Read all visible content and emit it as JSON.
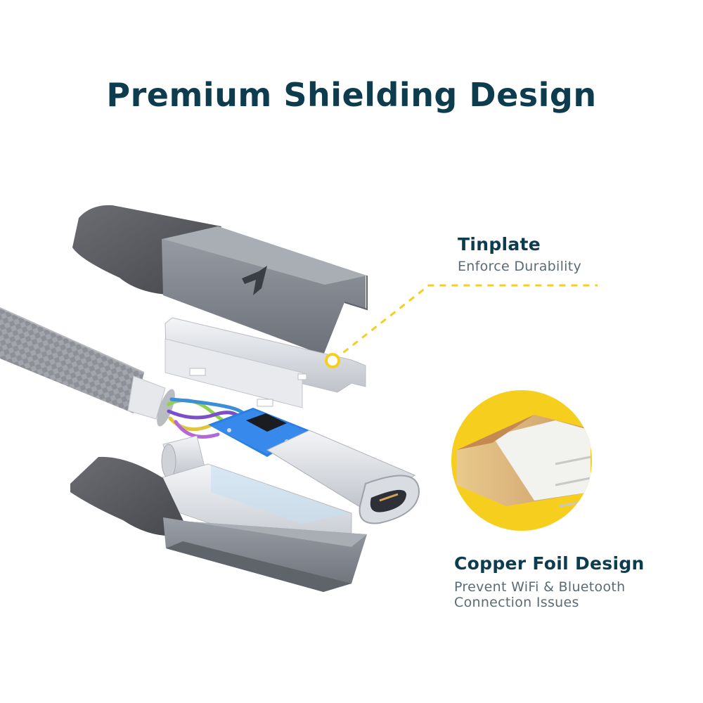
{
  "title": "Premium Shielding Design",
  "features": [
    {
      "heading": "Tinplate",
      "description": "Enforce Durability"
    },
    {
      "heading": "Copper Foil Design",
      "description": "Prevent WiFi & Bluetooth Connection Issues"
    }
  ],
  "colors": {
    "title": "#0e3c4f",
    "accent_yellow": "#f6cf1e",
    "housing_gray": "#7d8189",
    "pcb_blue": "#1f6fd1"
  },
  "icons": [
    "brand-logo-icon",
    "callout-dot-icon"
  ]
}
